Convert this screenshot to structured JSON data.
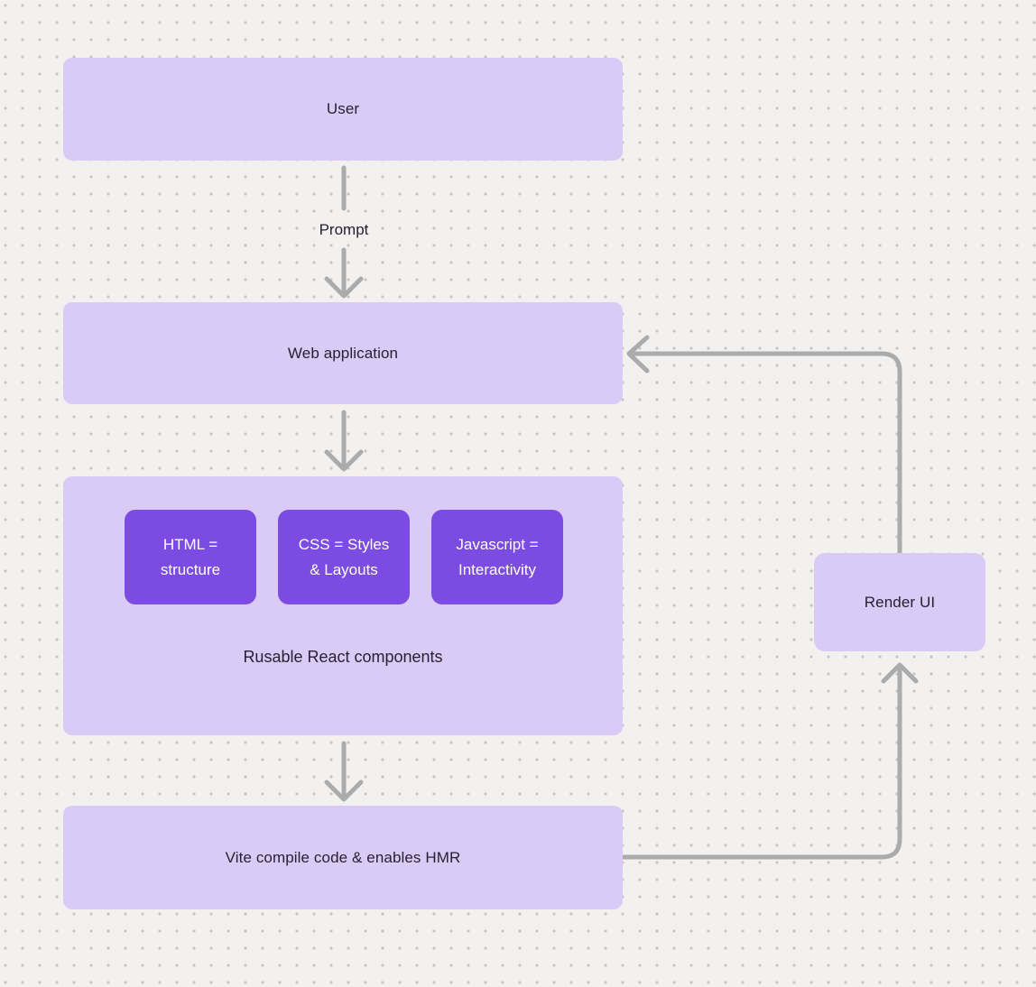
{
  "diagram": {
    "nodes": {
      "user": {
        "label": "User"
      },
      "web_app": {
        "label": "Web application"
      },
      "components": {
        "caption": "Rusable React components",
        "children": [
          {
            "label": "HTML =\nstructure"
          },
          {
            "label": "CSS = Styles\n& Layouts"
          },
          {
            "label": "Javascript =\nInteractivity"
          }
        ]
      },
      "vite": {
        "label": "Vite compile code & enables HMR"
      },
      "render_ui": {
        "label": "Render UI"
      }
    },
    "edges": {
      "user_to_webapp_label": "Prompt"
    },
    "colors": {
      "background": "#f2f1ef",
      "dot_grid": "#c7c5c3",
      "node_fill_light": "#d9cbf5",
      "node_fill_dark": "#7c4be2",
      "connector": "#ababab",
      "text_dark": "#262233",
      "text_light": "#ffffff"
    }
  }
}
